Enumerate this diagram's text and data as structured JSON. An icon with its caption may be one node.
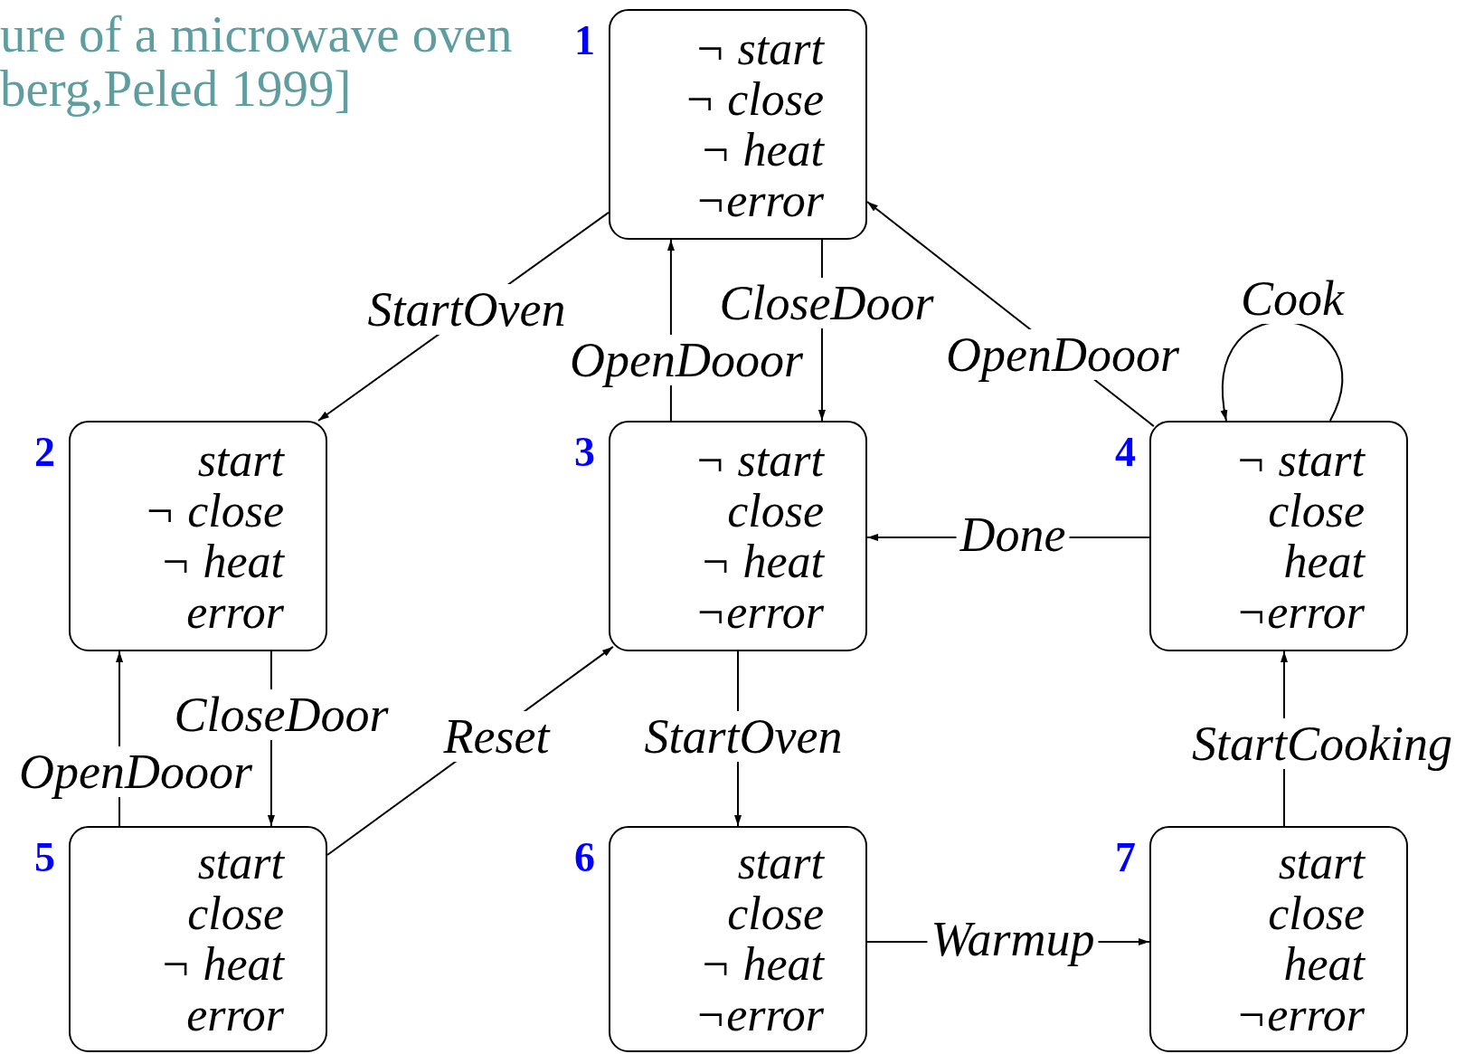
{
  "diagram": {
    "nodes": [
      {
        "text": [
          "¬ start",
          "¬ close",
          "¬ heat",
          "¬error"
        ],
        "beside": [
          "1"
        ]
      },
      {
        "text": [
          "start",
          "¬ close",
          "¬ heat",
          "error"
        ],
        "beside": [
          "2"
        ]
      },
      {
        "text": [
          "¬ start",
          "close",
          "¬ heat",
          "¬error"
        ],
        "beside": [
          "3"
        ]
      },
      {
        "text": [
          "¬ start",
          "close",
          "heat",
          "¬error"
        ],
        "beside": [
          "4"
        ]
      },
      {
        "text": [
          "start",
          "close",
          "¬ heat",
          "error"
        ],
        "beside": [
          "5"
        ]
      },
      {
        "text": [
          "start",
          "close",
          "¬ heat",
          "¬error"
        ],
        "beside": [
          "6"
        ]
      },
      {
        "text": [
          "start",
          "close",
          "heat",
          "¬error"
        ],
        "beside": [
          "7"
        ]
      }
    ],
    "edges": [
      {
        "from": 0,
        "to": 1,
        "arrow": "to",
        "label": "StartOven"
      },
      {
        "from": 2,
        "to": 0,
        "arrow": "to",
        "label": "OpenDooor"
      },
      {
        "from": 0,
        "to": 2,
        "arrow": "to",
        "label": "CloseDoor"
      },
      {
        "from": 3,
        "to": 0,
        "arrow": "to",
        "label": "OpenDooor"
      },
      {
        "from": 3,
        "to": 3,
        "arrow": "to",
        "label": "Cook"
      },
      {
        "from": 3,
        "to": 2,
        "arrow": "to",
        "label": "Done"
      },
      {
        "from": 1,
        "to": 4,
        "arrow": "to",
        "label": "CloseDoor"
      },
      {
        "from": 4,
        "to": 1,
        "arrow": "to",
        "label": "OpenDooor"
      },
      {
        "from": 4,
        "to": 2,
        "arrow": "to",
        "label": "Reset"
      },
      {
        "from": 2,
        "to": 5,
        "arrow": "to",
        "label": "StartOven"
      },
      {
        "from": 5,
        "to": 6,
        "arrow": "to",
        "label": "Warmup"
      },
      {
        "from": 6,
        "to": 3,
        "arrow": "to",
        "label": "StartCooking"
      }
    ],
    "labels": [
      "ure of a microwave oven",
      "berg,Peled 1999]"
    ]
  }
}
